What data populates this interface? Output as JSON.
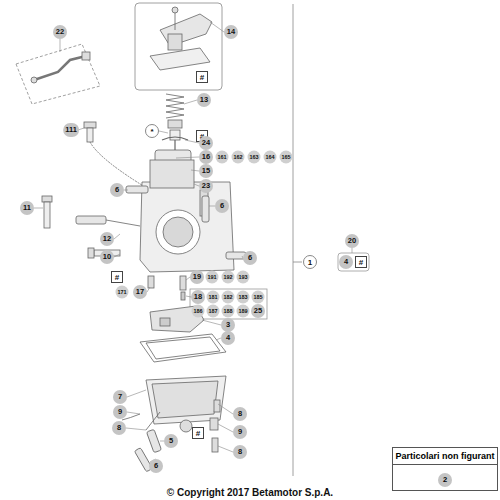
{
  "diagram": {
    "caption": "© Copyright 2017 Betamotor S.p.A.",
    "nodes": [
      {
        "text": [
          "Particolari non figurant",
          "2"
        ]
      }
    ],
    "labels": [
      "22",
      "14",
      "#",
      "13",
      "111",
      "*",
      "#",
      "24",
      "16",
      "161",
      "162",
      "163",
      "164",
      "165",
      "15",
      "23",
      "6",
      "6",
      "11",
      "20",
      "4",
      "#",
      "1",
      "12",
      "6",
      "10",
      "#",
      "19",
      "191",
      "192",
      "193",
      "171",
      "17",
      "18",
      "181",
      "182",
      "183",
      "185",
      "186",
      "187",
      "188",
      "189",
      "25",
      "3",
      "4",
      "7",
      "9",
      "8",
      "8",
      "#",
      "9",
      "8",
      "5",
      "6"
    ]
  }
}
